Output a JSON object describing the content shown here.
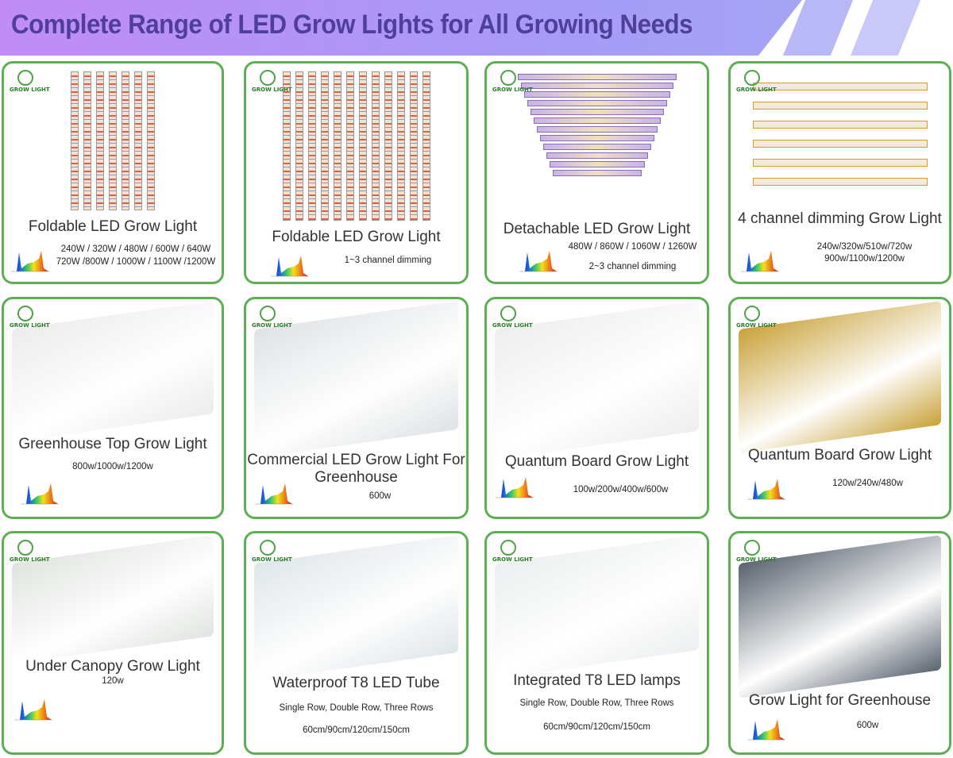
{
  "header": {
    "title": "Complete Range of LED Grow Lights for All Growing Needs"
  },
  "logo_text": "GROW LIGHT",
  "colors": {
    "border": "#5fae55",
    "title": "#4f3f9a",
    "banner_start": "#c08cf6",
    "banner_end": "#a7a9f4"
  },
  "products": [
    {
      "title": "Foldable LED Grow Light",
      "specs": [
        "240W / 320W / 480W / 600W / 640W",
        "720W /800W / 1000W / 1100W /1200W"
      ]
    },
    {
      "title": "Foldable LED Grow Light",
      "specs": [
        "1~3 channel dimming"
      ]
    },
    {
      "title": "Detachable LED Grow Light",
      "specs": [
        "480W / 860W / 1060W / 1260W",
        "2~3 channel dimming"
      ]
    },
    {
      "title": "4 channel dimming Grow Light",
      "specs": [
        "240w/320w/510w/720w",
        "900w/1100w/1200w"
      ]
    },
    {
      "title": "Greenhouse Top Grow Light",
      "specs": [
        "800w/1000w/1200w"
      ]
    },
    {
      "title": "Commercial LED Grow Light For Greenhouse",
      "specs": [
        "600w"
      ]
    },
    {
      "title": "Quantum Board Grow Light",
      "specs": [
        "100w/200w/400w/600w"
      ]
    },
    {
      "title": "Quantum Board Grow Light",
      "specs": [
        "120w/240w/480w"
      ]
    },
    {
      "title": "Under Canopy Grow Light",
      "specs": [
        "120w"
      ]
    },
    {
      "title": "Waterproof T8 LED Tube",
      "specs": [
        "Single Row, Double Row, Three Rows",
        "60cm/90cm/120cm/150cm"
      ]
    },
    {
      "title": "Integrated T8 LED lamps",
      "specs": [
        "Single Row, Double Row, Three Rows",
        "60cm/90cm/120cm/150cm"
      ]
    },
    {
      "title": "Grow Light for Greenhouse",
      "specs": [
        "600w"
      ]
    }
  ]
}
